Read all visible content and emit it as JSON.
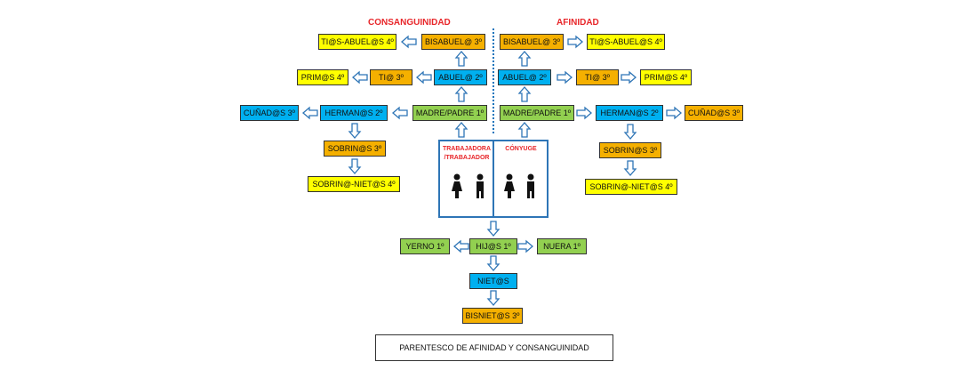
{
  "headers": {
    "consanguinidad": "CONSANGUINIDAD",
    "afinidad": "AFINIDAD"
  },
  "colors": {
    "yellow": "#ffff00",
    "orange": "#f5b000",
    "blue": "#00b0f0",
    "green": "#92d050",
    "red": "#e8262a",
    "arrow": "#2e75b6"
  },
  "nodes": {
    "tios_abuelos_4_l": "TI@S-ABUEL@S 4º",
    "bisabuelos_3_l": "BISABUEL@ 3º",
    "bisabuelos_3_r": "BISABUEL@ 3º",
    "tios_abuelos_4_r": "TI@S-ABUEL@S 4º",
    "primos_4_l": "PRIM@S 4º",
    "tios_3_l": "TI@ 3º",
    "abuelos_2_l": "ABUEL@ 2º",
    "abuelos_2_r": "ABUEL@ 2º",
    "tios_3_r": "TI@ 3º",
    "primos_4_r": "PRIM@S 4º",
    "cunados_3_l": "CUÑAD@S 3º",
    "hermanos_2_l": "HERMAN@S 2º",
    "madre_padre_1_l": "MADRE/PADRE 1º",
    "madre_padre_1_r": "MADRE/PADRE 1º",
    "hermanos_2_r": "HERMAN@S 2º",
    "cunados_3_r": "CUÑAD@S 3º",
    "sobrinos_3_l": "SOBRIN@S 3º",
    "sobrinos_3_r": "SOBRIN@S 3º",
    "sobrinos_nietos_4_l": "SOBRIN@-NIET@S 4º",
    "sobrinos_nietos_4_r": "SOBRIN@-NIET@S 4º",
    "yerno_1": "YERNO 1º",
    "hijos_1": "HIJ@S 1º",
    "nuera_1": "NUERA 1º",
    "nietos": "NIET@S",
    "bisnietos_3": "BISNIET@S 3º"
  },
  "center": {
    "trabajador_line1": "TRABAJADORA",
    "trabajador_line2": "/TRABAJADOR",
    "conyuge": "CÓNYUGE",
    "icons": [
      "female-person-icon",
      "male-person-icon",
      "female-person-icon",
      "male-person-icon"
    ]
  },
  "caption": "PARENTESCO DE AFINIDAD Y CONSANGUINIDAD"
}
